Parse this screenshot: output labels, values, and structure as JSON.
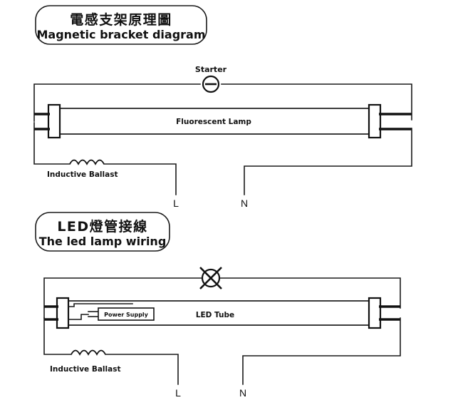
{
  "page": {
    "title": "Fluorescent to LED tube wiring diagrams",
    "background_color": "#ffffff",
    "line_color": "#111111"
  },
  "sections": [
    {
      "id": "magnetic-bracket",
      "title_cn": "電感支架原理圖",
      "title_en": "Magnetic bracket diagram",
      "lamp_label": "Fluorescent Lamp",
      "starter_label": "Starter",
      "ballast_label": "Inductive Ballast",
      "live_label": "L",
      "neutral_label": "N"
    },
    {
      "id": "led-lamp-wiring",
      "title_cn": "LED燈管接線",
      "title_en": "The led lamp wiring",
      "lamp_label": "LED Tube",
      "power_supply_label": "Power Supply",
      "ballast_label": "Inductive Ballast",
      "live_label": "L",
      "neutral_label": "N",
      "starter_state": "removed"
    }
  ]
}
